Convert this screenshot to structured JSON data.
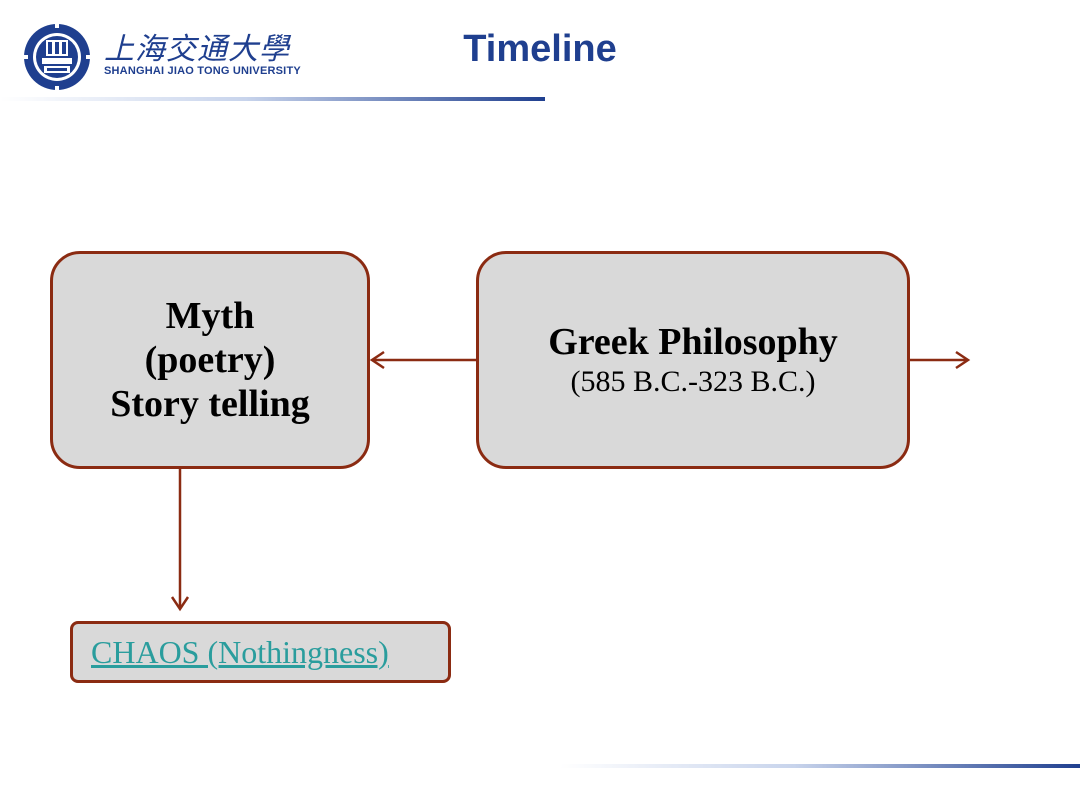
{
  "header": {
    "logo_cn": "上海交通大學",
    "logo_en": "SHANGHAI JIAO TONG UNIVERSITY",
    "title": "Timeline"
  },
  "diagram": {
    "myth_box": {
      "lines": [
        "Myth",
        "(poetry)",
        "Story telling"
      ]
    },
    "greek_box": {
      "title": "Greek Philosophy",
      "dates": "(585 B.C.-323 B.C.)"
    },
    "chaos_link": "CHAOS (Nothingness)"
  },
  "colors": {
    "brand_blue": "#1f3f8f",
    "box_fill": "#d9d9d9",
    "box_border": "#8b2b12",
    "link": "#2a9d9d"
  }
}
